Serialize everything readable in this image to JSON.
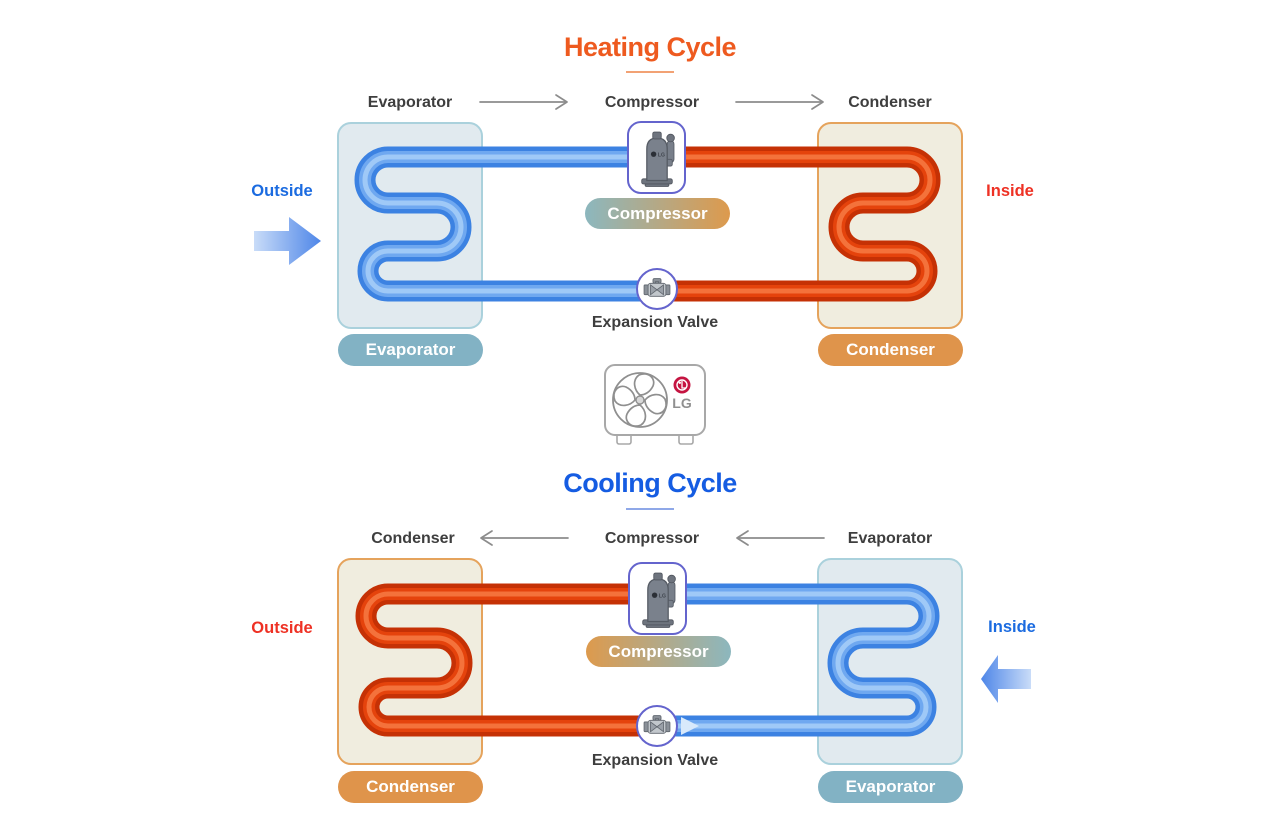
{
  "heating": {
    "title": "Heating Cycle",
    "flow_labels": [
      "Evaporator",
      "Compressor",
      "Condenser"
    ],
    "outside_label": "Outside",
    "inside_label": "Inside",
    "compressor_label": "Compressor",
    "expansion_valve_label": "Expansion Valve",
    "left_unit_label": "Evaporator",
    "right_unit_label": "Condenser"
  },
  "cooling": {
    "title": "Cooling Cycle",
    "flow_labels": [
      "Condenser",
      "Compressor",
      "Evaporator"
    ],
    "outside_label": "Outside",
    "inside_label": "Inside",
    "compressor_label": "Compressor",
    "expansion_valve_label": "Expansion Valve",
    "left_unit_label": "Condenser",
    "right_unit_label": "Evaporator"
  },
  "unit": {
    "brand": "LG"
  },
  "colors": {
    "heating-title": "#EE5A1F",
    "heating-underline": "#F2A274",
    "cooling-title": "#155CE2",
    "cooling-underline": "#8FA8E8",
    "label-gray": "#3E3E3E",
    "arrow-gray": "#8C8C8C",
    "outside-blue": "#1B6BE0",
    "inside-red": "#EE3124",
    "pipe-blue-edge": "#3C82E2",
    "pipe-blue-mid": "#6FA8F0",
    "pipe-blue-core": "#9FC9F7",
    "pipe-red-edge": "#C53105",
    "pipe-red-mid": "#E5430C",
    "pipe-red-core": "#F4723B",
    "evap-box-fill": "#E1EAEF",
    "evap-box-border": "#AAD1DC",
    "cond-box-fill": "#F0EDDF",
    "cond-box-border": "#E5A35C",
    "evap-pill": "#82B2C4",
    "cond-pill": "#DF944B",
    "badge-border": "#6464CD",
    "pill-teal": "#8CB7BE",
    "pill-orange": "#DD9A4D",
    "flow-arrow-light": "#D8E9FB"
  }
}
